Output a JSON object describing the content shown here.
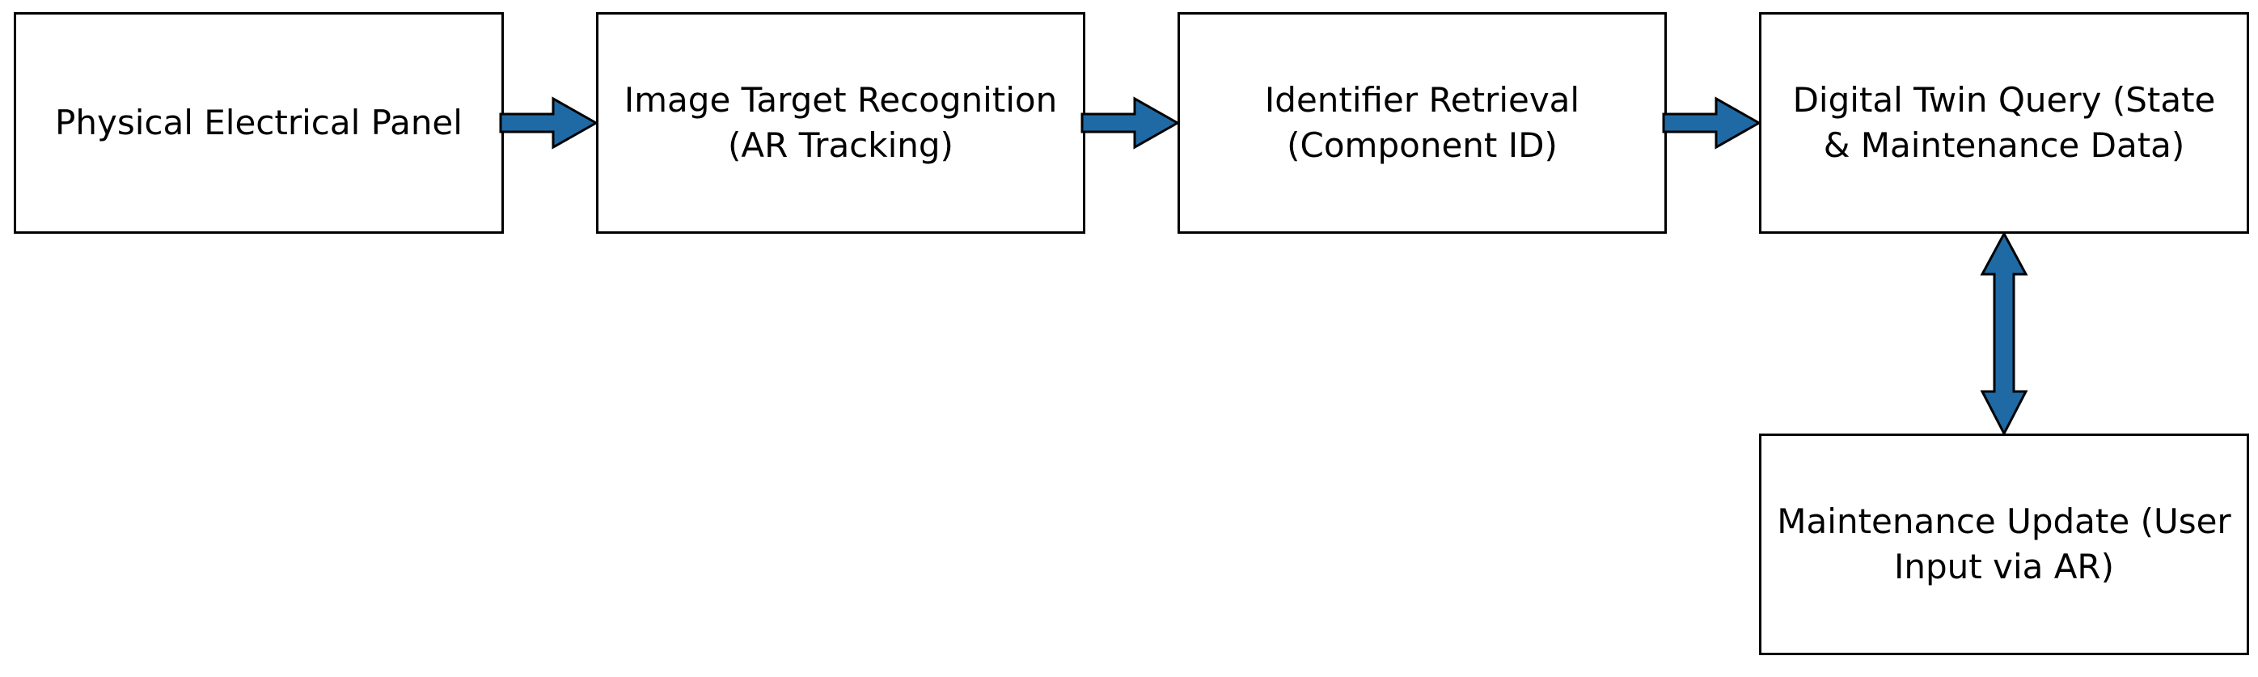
{
  "diagram": {
    "colors": {
      "arrow_fill": "#1f6aa5",
      "arrow_stroke": "#000000",
      "box_border": "#000000",
      "box_fill": "#ffffff",
      "text": "#000000"
    },
    "nodes": [
      {
        "id": "physical-panel",
        "label": "Physical Electrical Panel"
      },
      {
        "id": "image-target-recognition",
        "label": "Image Target Recognition\n(AR Tracking)"
      },
      {
        "id": "identifier-retrieval",
        "label": "Identifier Retrieval\n(Component ID)"
      },
      {
        "id": "digital-twin-query",
        "label": "Digital Twin Query (State\n& Maintenance Data)"
      },
      {
        "id": "maintenance-update",
        "label": "Maintenance Update (User\nInput via AR)"
      }
    ],
    "edges": [
      {
        "from": "physical-panel",
        "to": "image-target-recognition",
        "direction": "forward"
      },
      {
        "from": "image-target-recognition",
        "to": "identifier-retrieval",
        "direction": "forward"
      },
      {
        "from": "identifier-retrieval",
        "to": "digital-twin-query",
        "direction": "forward"
      },
      {
        "from": "digital-twin-query",
        "to": "maintenance-update",
        "direction": "bidirectional"
      }
    ]
  }
}
